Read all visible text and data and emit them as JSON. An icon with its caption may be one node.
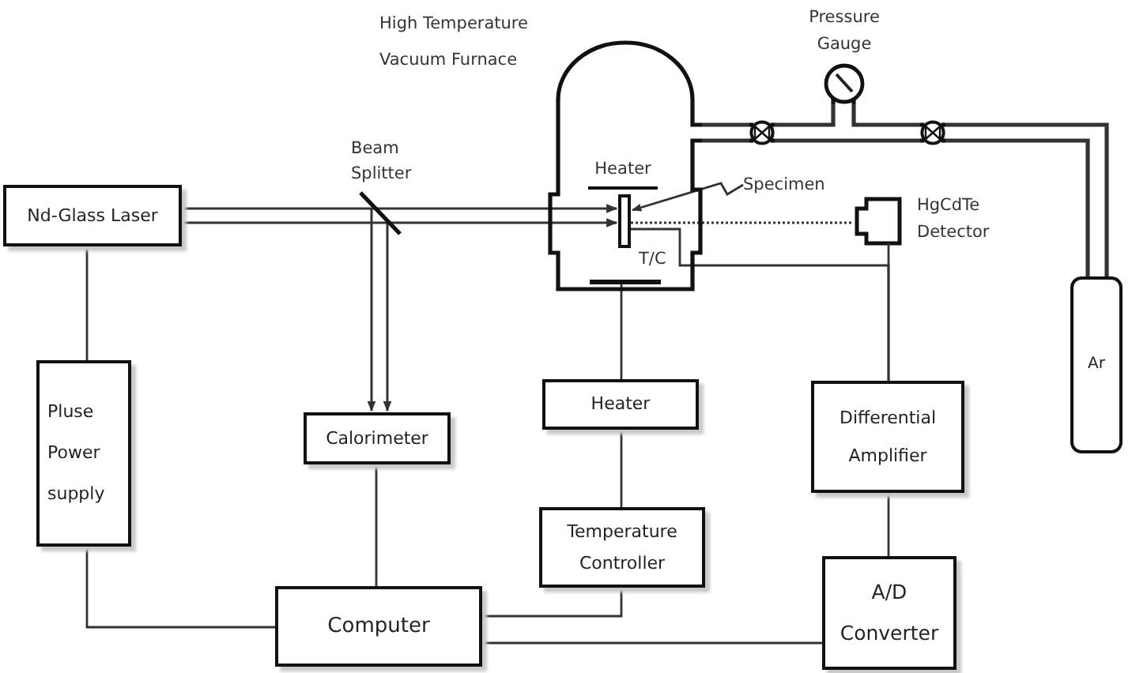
{
  "diagram": {
    "nodes": [
      {
        "text": [
          "Nd-Glass Laser"
        ]
      },
      {
        "text": [
          "Beam Splitter"
        ]
      },
      {
        "text": [
          "High Temperature Vacuum Furnace"
        ]
      },
      {
        "text": [
          "Heater"
        ],
        "in": 2
      },
      {
        "text": [],
        "shape": "box",
        "in": 2
      },
      {
        "text": [],
        "shape": "bar",
        "in": 2
      },
      {
        "text": [
          "Specimen"
        ]
      },
      {
        "text": [
          "Pressure Gauge"
        ]
      },
      {
        "text": [],
        "shape": "circle"
      },
      {
        "text": [],
        "shape": "circle"
      },
      {
        "text": [
          "HgCdTe Detector"
        ]
      },
      {
        "text": [
          "Ar"
        ]
      },
      {
        "text": [
          "Pluse Power supply"
        ]
      },
      {
        "text": [
          "Calorimeter"
        ]
      },
      {
        "text": [
          "Heater"
        ]
      },
      {
        "text": [
          "Differential Amplifier"
        ]
      },
      {
        "text": [
          "Temperature Controller"
        ]
      },
      {
        "text": [
          "Computer"
        ]
      },
      {
        "text": [
          "A/D Converter"
        ]
      }
    ],
    "edges": [
      {
        "from": 0,
        "to": 1,
        "arrow": "none"
      },
      {
        "from": 1,
        "to": 4,
        "arrow": "to"
      },
      {
        "from": 1,
        "to": 13,
        "arrow": "to"
      },
      {
        "from": 0,
        "to": 12,
        "arrow": "none"
      },
      {
        "from": 12,
        "to": 17,
        "arrow": "none"
      },
      {
        "from": 13,
        "to": 17,
        "arrow": "none"
      },
      {
        "from": 6,
        "to": 4,
        "arrow": "to"
      },
      {
        "from": 4,
        "to": 10,
        "arrow": "none",
        "style": "dashed"
      },
      {
        "from": 4,
        "to": 15,
        "arrow": "none",
        "label": "T/C"
      },
      {
        "from": 10,
        "to": 15,
        "arrow": "none"
      },
      {
        "from": 5,
        "to": 14,
        "arrow": "none"
      },
      {
        "from": 14,
        "to": 16,
        "arrow": "none"
      },
      {
        "from": 16,
        "to": 17,
        "arrow": "none"
      },
      {
        "from": 15,
        "to": 18,
        "arrow": "none"
      },
      {
        "from": 17,
        "to": 18,
        "arrow": "none"
      },
      {
        "from": 2,
        "to": 8,
        "arrow": "none"
      },
      {
        "from": 8,
        "to": 9,
        "arrow": "none"
      },
      {
        "from": 8,
        "to": 7,
        "arrow": "none"
      },
      {
        "from": 7,
        "to": 9,
        "arrow": "none"
      },
      {
        "from": 9,
        "to": 11,
        "arrow": "none"
      }
    ]
  }
}
